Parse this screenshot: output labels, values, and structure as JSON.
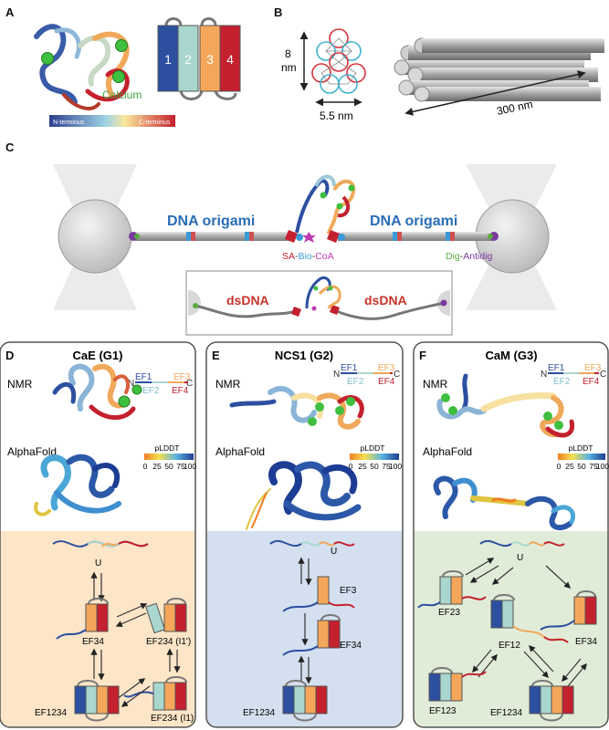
{
  "panels": {
    "a": "A",
    "b": "B",
    "c": "C",
    "d": "D",
    "e": "E",
    "f": "F"
  },
  "panel_a": {
    "helices": [
      "1",
      "2",
      "3",
      "4"
    ],
    "calcium_label": "Calcium",
    "colorbar_left": "N-terminus",
    "colorbar_right": "C-terminus"
  },
  "panel_b": {
    "height_label": "8",
    "height_unit": "nm",
    "width_label": "5.5 nm",
    "length_label": "300 nm"
  },
  "panel_c": {
    "origami_left": "DNA origami",
    "origami_right": "DNA origami",
    "sa": "SA",
    "bio": "Bio",
    "coa": "CoA",
    "dash1": "-",
    "dash2": "-",
    "dash3": "-",
    "dig": "Dig",
    "antidig": "Antidig",
    "dsdna_left": "dsDNA",
    "dsdna_right": "dsDNA"
  },
  "legend": {
    "n": "N",
    "c": "C",
    "ef1": "EF1",
    "ef2": "EF2",
    "ef3": "EF3",
    "ef4": "EF4"
  },
  "plddt": {
    "title": "pLDDT",
    "ticks": [
      "0",
      "25",
      "50",
      "75",
      "100"
    ]
  },
  "columns": [
    {
      "title": "CaE (G1)",
      "nmr": "NMR",
      "alphafold": "AlphaFold",
      "states": {
        "u": "U",
        "s1": "EF34",
        "s2": "EF234 (I1')",
        "s3": "EF234 (I1)",
        "s4": "EF1234"
      }
    },
    {
      "title": "NCS1 (G2)",
      "nmr": "NMR",
      "alphafold": "AlphaFold",
      "states": {
        "u": "U",
        "s1": "EF3",
        "s2": "EF34",
        "s3": "EF1234"
      }
    },
    {
      "title": "CaM (G3)",
      "nmr": "NMR",
      "alphafold": "AlphaFold",
      "states": {
        "u": "U",
        "s1": "EF23",
        "s2": "EF12",
        "s3": "EF34",
        "s4": "EF123",
        "s5": "EF1234"
      }
    }
  ],
  "colors": {
    "ef1": "#2c4fa0",
    "ef2": "#a9d6cf",
    "ef3": "#f4a75a",
    "ef4": "#c4202e",
    "calcium": "#3fbf3f",
    "sa": "#c4202e",
    "bio": "#3a9bd9",
    "coa": "#c03ab0",
    "dig": "#5aaa3a",
    "antidig": "#7a3aa0",
    "dsdna": "#c8322a",
    "origami": "#2a6db5",
    "g1_bg": "#fde5c8",
    "g2_bg": "#d4e0ef",
    "g3_bg": "#e1ecd8"
  }
}
